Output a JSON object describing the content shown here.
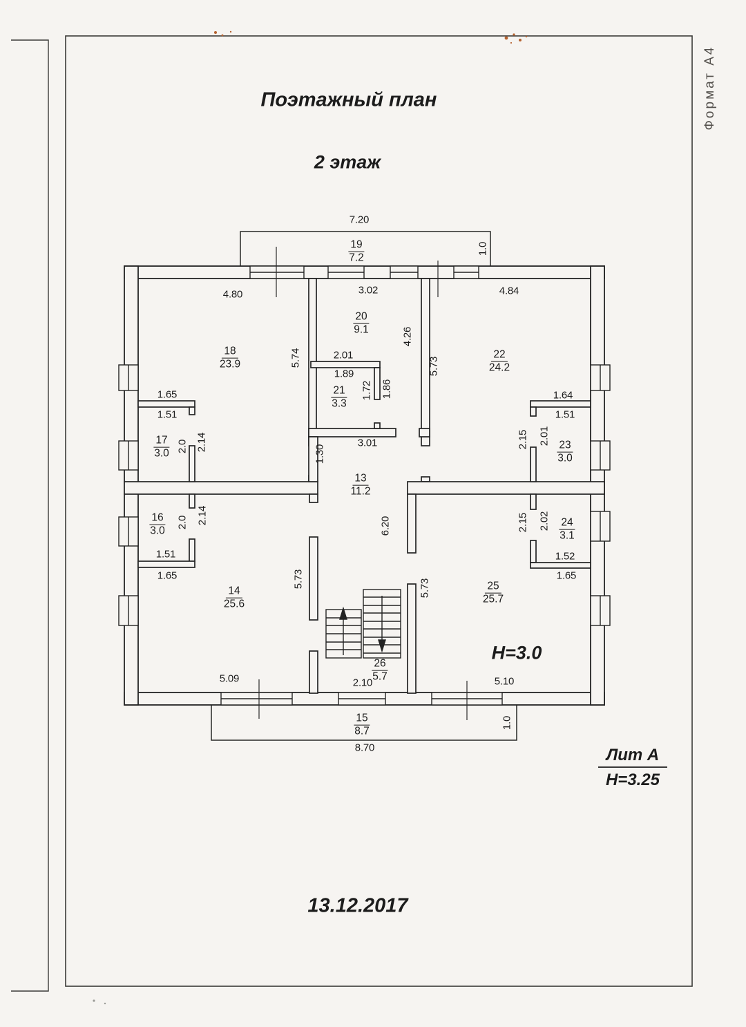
{
  "page": {
    "title": "Поэтажный план",
    "subtitle": "2 этаж",
    "date": "13.12.2017",
    "format_label": "Формат А4",
    "lit": {
      "name": "Лит А",
      "height": "Н=3.25"
    },
    "ceiling_height": "Н=3.0"
  },
  "rooms": [
    {
      "number": "19",
      "area": "7.2"
    },
    {
      "number": "18",
      "area": "23.9"
    },
    {
      "number": "20",
      "area": "9.1"
    },
    {
      "number": "22",
      "area": "24.2"
    },
    {
      "number": "17",
      "area": "3.0"
    },
    {
      "number": "21",
      "area": "3.3"
    },
    {
      "number": "23",
      "area": "3.0"
    },
    {
      "number": "13",
      "area": "11.2"
    },
    {
      "number": "16",
      "area": "3.0"
    },
    {
      "number": "24",
      "area": "3.1"
    },
    {
      "number": "14",
      "area": "25.6"
    },
    {
      "number": "25",
      "area": "25.7"
    },
    {
      "number": "26",
      "area": "5.7"
    },
    {
      "number": "15",
      "area": "8.7"
    }
  ],
  "dims": {
    "h": [
      "7.20",
      "4.80",
      "3.02",
      "4.84",
      "1.65",
      "1.51",
      "2.01",
      "1.89",
      "1.64",
      "1.51",
      "3.01",
      "1.51",
      "1.65",
      "1.52",
      "1.65",
      "5.09",
      "2.10",
      "5.10",
      "8.70"
    ],
    "v": [
      "1.0",
      "5.74",
      "4.26",
      "5.73",
      "2.14",
      "2.0",
      "1.72",
      "1.86",
      "1.30",
      "2.15",
      "2.01",
      "2.14",
      "2.0",
      "6.20",
      "2.15",
      "2.02",
      "5.73",
      "5.73",
      "1.0"
    ]
  }
}
